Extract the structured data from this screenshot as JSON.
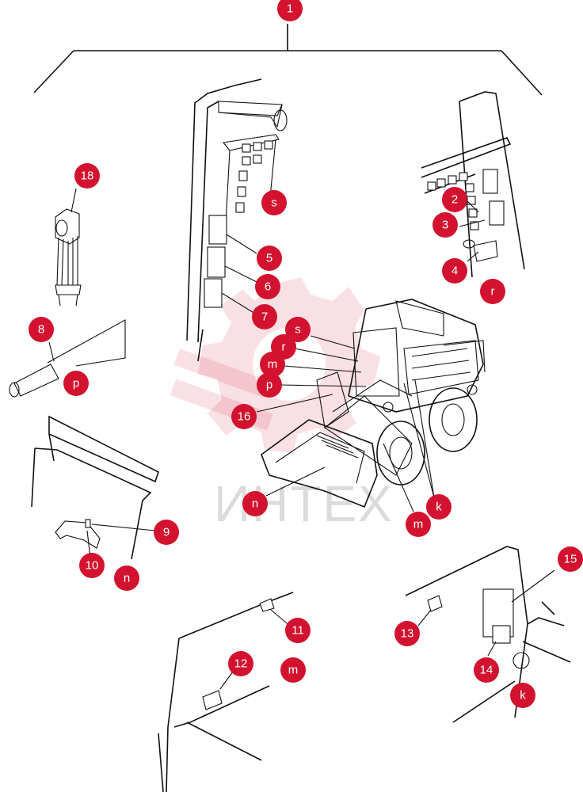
{
  "watermark": {
    "text": "ИНТЕХ",
    "color": "#d2122e"
  },
  "callout_color": "#d2122e",
  "callouts": {
    "c1": "1",
    "c2": "2",
    "c3": "3",
    "c4": "4",
    "c5": "5",
    "c6": "6",
    "c7": "7",
    "c8": "8",
    "c9": "9",
    "c10": "10",
    "c11": "11",
    "c12": "12",
    "c13": "13",
    "c14": "14",
    "c15": "15",
    "c16": "16",
    "c18": "18",
    "s_top": "s",
    "r_right": "r",
    "p_left": "p",
    "n_left": "n",
    "m_bottom": "m",
    "k_bottom": "k",
    "s_machine": "s",
    "r_machine": "r",
    "m_machine": "m",
    "p_machine": "p",
    "n_machine": "n",
    "m_machine2": "m",
    "k_machine": "k"
  }
}
